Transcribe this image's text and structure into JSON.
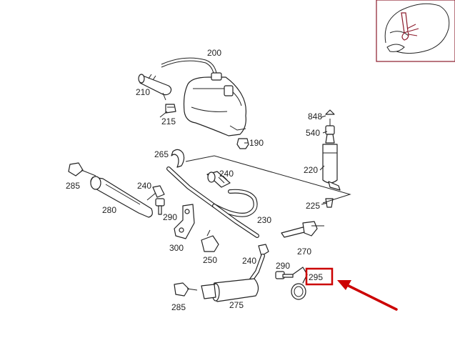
{
  "diagram": {
    "labels": {
      "p200": "200",
      "p210": "210",
      "p215": "215",
      "p190": "190",
      "p848": "848",
      "p540": "540",
      "p220": "220",
      "p225": "225",
      "p265": "265",
      "p240a": "240",
      "p240b": "240",
      "p240c": "240",
      "p285a": "285",
      "p285b": "285",
      "p280": "280",
      "p290a": "290",
      "p290b": "290",
      "p300": "300",
      "p250": "250",
      "p230": "230",
      "p270": "270",
      "p275": "275",
      "p295": "295"
    },
    "colors": {
      "line_art": "#222222",
      "highlight": "#cc0000",
      "inset_frame": "#8b1a2b"
    },
    "highlight_part": "295",
    "icons": [
      "pointer-arrow-icon"
    ]
  }
}
